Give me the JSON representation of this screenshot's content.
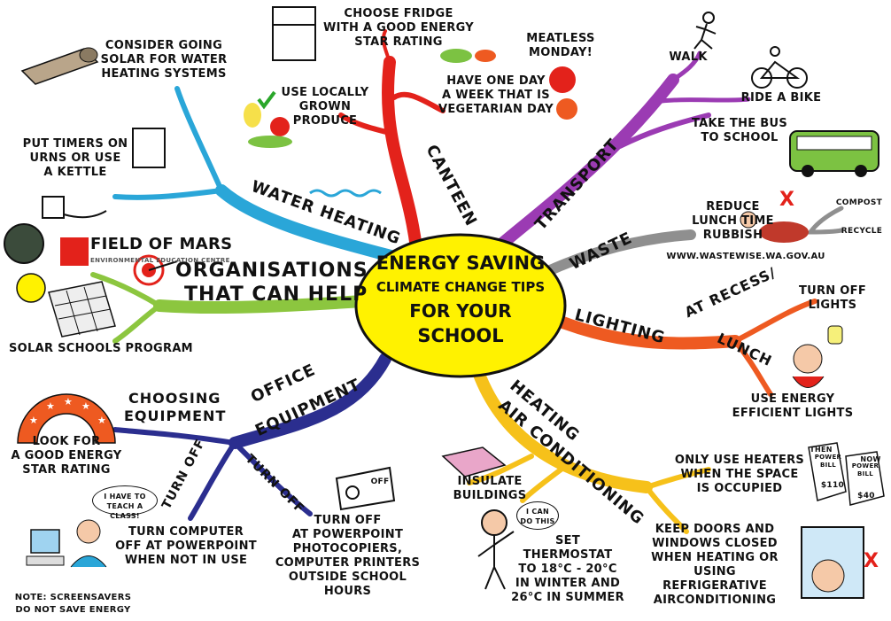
{
  "center": {
    "line1": "ENERGY SAVING",
    "line2": "CLIMATE CHANGE TIPS",
    "line3": "FOR YOUR",
    "line4": "SCHOOL"
  },
  "branches": {
    "canteen": "CANTEEN",
    "transport": "TRANSPORT",
    "waste": "WASTE",
    "lighting": "LIGHTING",
    "heating_line1": "HEATING",
    "heating_line2": "AIR CONDITIONING",
    "office_line1": "OFFICE",
    "office_line2": "EQUIPMENT",
    "organisations_line1": "ORGANISATIONS",
    "organisations_line2": "THAT CAN HELP",
    "water": "WATER HEATING",
    "at_recess": "AT RECESS/",
    "lunch": "LUNCH",
    "choosing_line1": "CHOOSING",
    "choosing_line2": "EQUIPMENT",
    "turn_off_a": "TURN OFF",
    "turn_off_b": "TURN OFF"
  },
  "tips": {
    "fridge": "CHOOSE FRIDGE\nWITH A GOOD ENERGY\nSTAR RATING",
    "meatless": "MEATLESS\nMONDAY!",
    "vegetarian": "HAVE ONE DAY\nA WEEK THAT IS\nVEGETARIAN DAY",
    "local": "USE LOCALLY\nGROWN\nPRODUCE",
    "solar_water": "CONSIDER GOING\nSOLAR FOR WATER\nHEATING SYSTEMS",
    "timers": "PUT TIMERS ON\nURNS OR USE\nA KETTLE",
    "walk": "WALK",
    "bike": "RIDE A BIKE",
    "bus": "TAKE THE BUS\nTO SCHOOL",
    "reduce": "REDUCE\nLUNCH TIME\nRUBBISH",
    "compost": "COMPOST",
    "recycle": "RECYCLE",
    "website": "WWW.WASTEWISE.WA.GOV.AU",
    "turn_off_lights": "TURN OFF\nLIGHTS",
    "efficient_lights": "USE ENERGY\nEFFICIENT LIGHTS",
    "heaters": "ONLY USE HEATERS\nWHEN THE SPACE\nIS OCCUPIED",
    "doors": "KEEP DOORS AND\nWINDOWS CLOSED\nWHEN HEATING OR\nUSING REFRIGERATIVE\nAIRCONDITIONING",
    "thermostat": "SET\nTHERMOSTAT\nTO 18°C - 20°C\nIN WINTER AND\n26°C IN SUMMER",
    "insulate": "INSULATE\nBUILDINGS",
    "powerpoint": "TURN OFF\nAT POWERPOINT\nPHOTOCOPIERS,\nCOMPUTER PRINTERS\nOUTSIDE SCHOOL\nHOURS",
    "computer": "TURN COMPUTER\nOFF AT POWERPOINT\nWHEN NOT IN USE",
    "note": "NOTE: SCREENSAVERS\nDO NOT SAVE ENERGY",
    "star_rating": "LOOK FOR\nA GOOD ENERGY\nSTAR RATING",
    "solar_schools": "SOLAR SCHOOLS PROGRAM"
  },
  "bubbles": {
    "teach": "I HAVE TO\nTEACH A CLASS!",
    "can_do": "I CAN\nDO THIS"
  },
  "bills": {
    "then_label": "THEN",
    "then_bill": "POWER\nBILL",
    "then_amount": "$110",
    "now_label": "NOW",
    "now_bill": "POWER\nBILL",
    "now_amount": "$40"
  },
  "switch_label": "OFF",
  "logo": {
    "name": "FIELD OF MARS",
    "subtitle": "ENVIRONMENTAL EDUCATION CENTRE"
  },
  "colors": {
    "canteen": "#e3221b",
    "transport": "#9b3bb3",
    "waste": "#8f8f8f",
    "lighting": "#ee5a21",
    "heating": "#f6c11a",
    "office": "#2b2e8f",
    "organisations": "#8cc63f",
    "water": "#2aa6d8",
    "center": "#fff200"
  }
}
